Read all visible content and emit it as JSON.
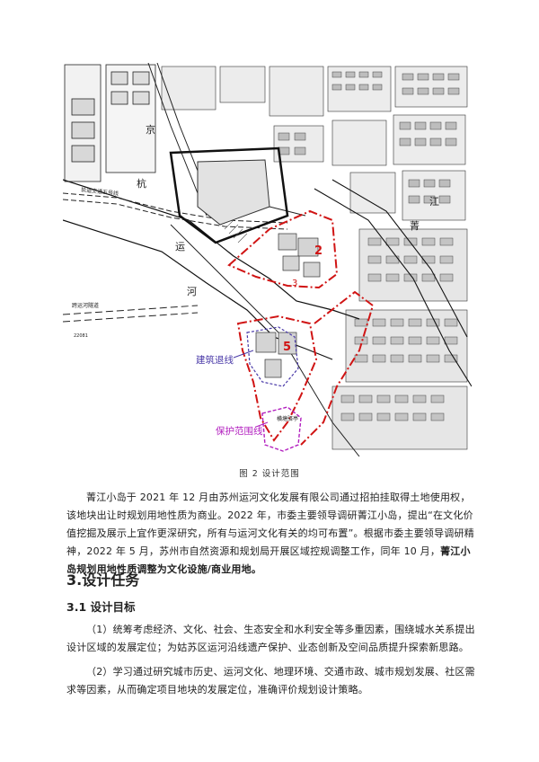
{
  "figure": {
    "labels": {
      "jing": "京",
      "hang": "杭",
      "yun": "运",
      "he": "河",
      "jiang": "江",
      "jing2": "菁",
      "tunnel": "跨运河隧道",
      "metro": "轨道交通五号线",
      "code": "22081",
      "num2": "2",
      "num3": "3",
      "num5": "5",
      "bridge": "横塘驿亭",
      "setback": "建筑退线",
      "protection": "保护范围线"
    },
    "caption": "图 2 设计范围"
  },
  "body": {
    "para1_a": "菁江小岛于 2021 年 12 月由苏州运河文化发展有限公司通过招拍挂取得土地使用权，该地块出让时规划用地性质为商业。2022 年，市委主要领导调研菁江小岛，提出“在文化价值挖掘及展示上宜作更深研究，所有与运河文化有关的均可布置”。根据市委主要领导调研精神，2022 年 5 月，苏州市自然资源和规划局开展区域控规调整工作，同年 10 月，",
    "para1_b": "菁江小岛规划用地性质调整为文化设施/商业用地。",
    "section_title": "3.设计任务",
    "subsection_title": "3.1 设计目标",
    "para2": "（1）统筹考虑经济、文化、社会、生态安全和水利安全等多重因素，围绕城水关系提出设计区域的发展定位；为姑苏区运河沿线遗产保护、业态创新及空间品质提升探索新思路。",
    "para3": "（2）学习通过研究城市历史、运河文化、地理环境、交通市政、城市规划发展、社区需求等因素，从而确定项目地块的发展定位，准确评价规划设计策略。"
  }
}
